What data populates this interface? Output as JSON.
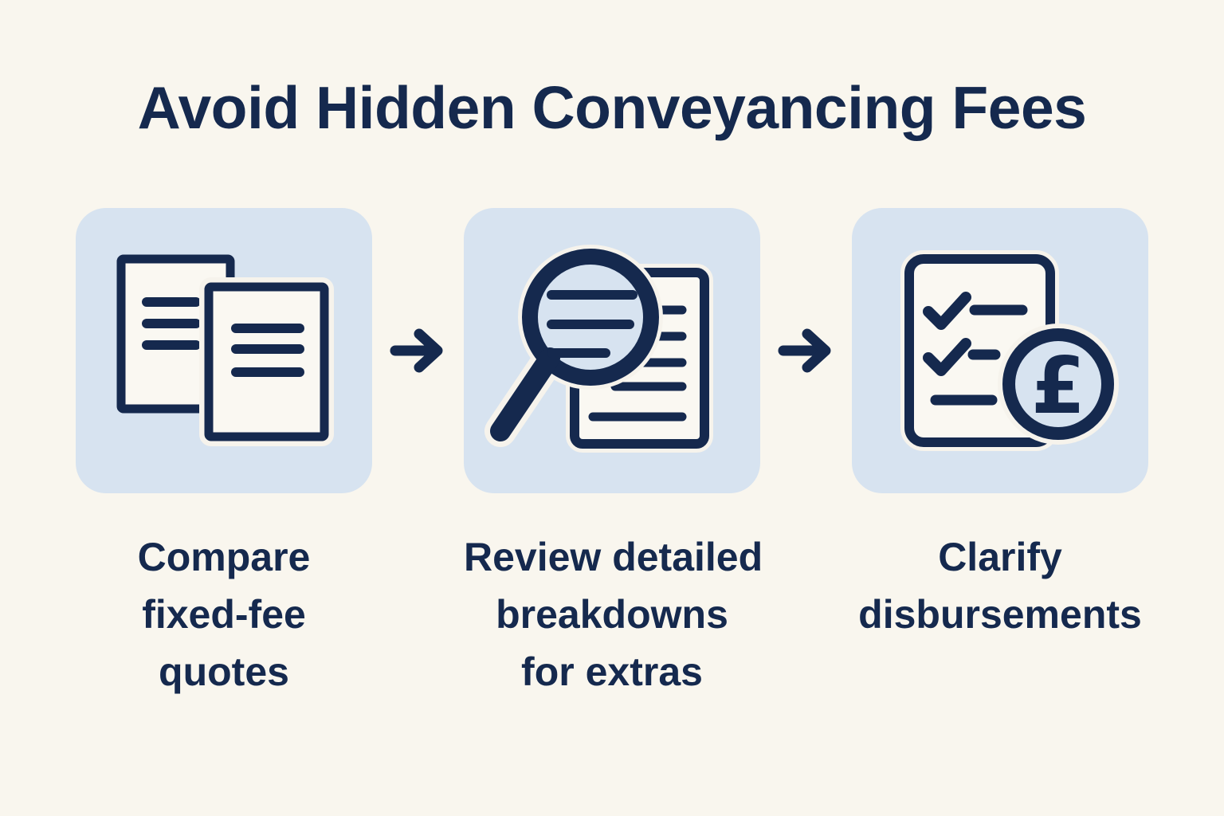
{
  "title": "Avoid Hidden Conveyancing Fees",
  "steps": [
    {
      "icon": "compare-documents-icon",
      "caption": "Compare fixed-fee quotes",
      "caption_lines": [
        "Compare",
        "fixed-fee",
        "quotes"
      ]
    },
    {
      "icon": "magnifier-document-icon",
      "caption": "Review detailed breakdowns for extras",
      "caption_lines": [
        "Review detailed",
        "breakdowns",
        "for extras"
      ]
    },
    {
      "icon": "checklist-pound-icon",
      "caption": "Clarify disbursements",
      "caption_lines": [
        "Clarify",
        "disbursements"
      ]
    }
  ],
  "separators": {
    "arrow_icon": "arrow-right-icon"
  },
  "pound_symbol": "£",
  "colors": {
    "background": "#f9f6ee",
    "card": "#d7e3f0",
    "navy": "#15294e",
    "paper": "#faf8f2",
    "halo": "#f6f3ec"
  }
}
